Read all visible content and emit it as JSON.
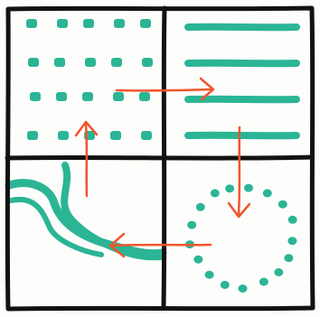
{
  "colors": {
    "background": "#ffffff",
    "paper": "#fdfdfb",
    "ink": "#121212",
    "teal": "#2bb595",
    "arrow": "#f0552e"
  },
  "panels": [
    {
      "id": "top-left",
      "pattern": "dot-grid",
      "dots": {
        "rows": 4,
        "columns": 5
      }
    },
    {
      "id": "top-right",
      "pattern": "horizontal-stripes",
      "stripes": 4
    },
    {
      "id": "bottom-right",
      "pattern": "dotted-circle",
      "dots": 17
    },
    {
      "id": "bottom-left",
      "pattern": "wavy-streams",
      "strands": 3
    }
  ],
  "flow": [
    {
      "from": "top-left",
      "to": "top-right",
      "direction": "right"
    },
    {
      "from": "top-right",
      "to": "bottom-right",
      "direction": "down"
    },
    {
      "from": "bottom-right",
      "to": "bottom-left",
      "direction": "left"
    },
    {
      "from": "bottom-left",
      "to": "top-left",
      "direction": "up"
    }
  ]
}
